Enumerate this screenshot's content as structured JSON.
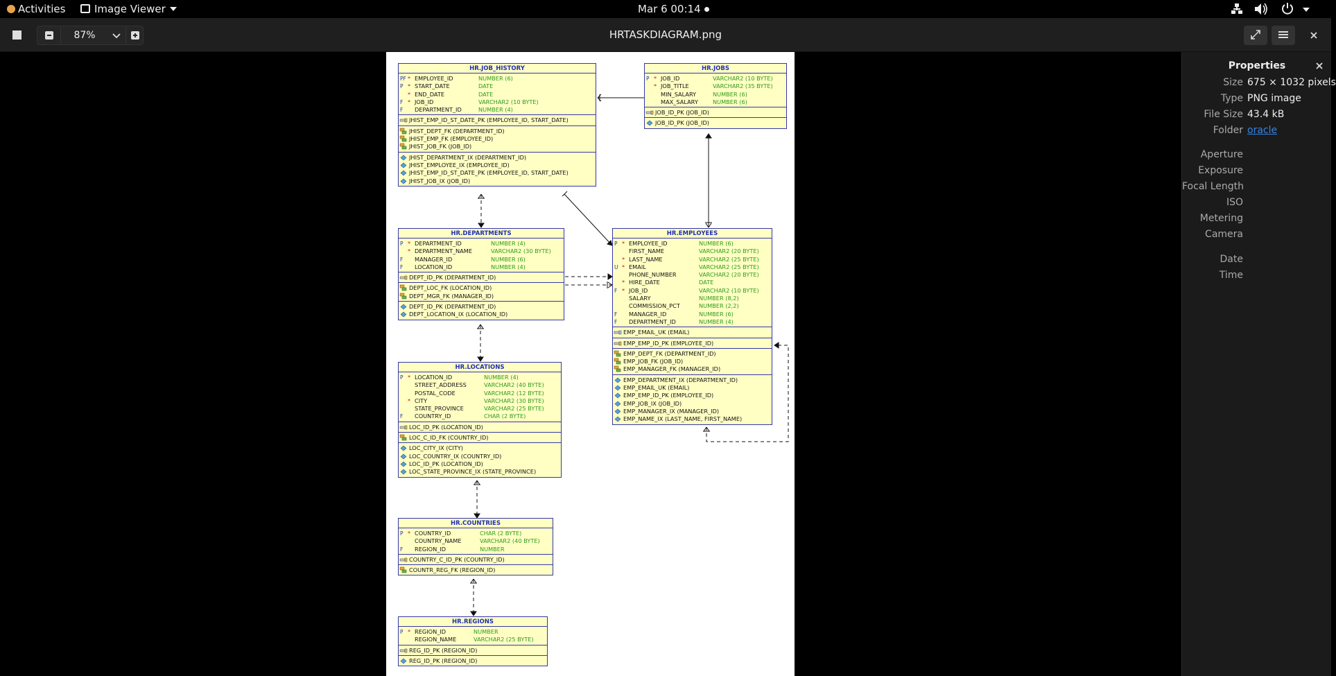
{
  "topbar": {
    "activities": "Activities",
    "app_menu": "Image Viewer",
    "clock": "Mar 6  00:14"
  },
  "headerbar": {
    "zoom": "87%",
    "title": "HRTASKDIAGRAM.png"
  },
  "properties": {
    "title": "Properties",
    "rows": [
      {
        "label": "Size",
        "value": "675 × 1032 pixels"
      },
      {
        "label": "Type",
        "value": "PNG image"
      },
      {
        "label": "File Size",
        "value": "43.4 kB"
      },
      {
        "label": "Folder",
        "value": "oracle"
      },
      {
        "label": "Aperture",
        "value": ""
      },
      {
        "label": "Exposure",
        "value": ""
      },
      {
        "label": "Focal Length",
        "value": ""
      },
      {
        "label": "ISO",
        "value": ""
      },
      {
        "label": "Metering",
        "value": ""
      },
      {
        "label": "Camera",
        "value": ""
      },
      {
        "label": "Date",
        "value": ""
      },
      {
        "label": "Time",
        "value": ""
      }
    ]
  },
  "diagram": {
    "job_history": {
      "title": "HR.JOB_HISTORY",
      "columns": [
        {
          "flag": "PF",
          "mark": "*",
          "name": "EMPLOYEE_ID",
          "type": "NUMBER (6)"
        },
        {
          "flag": "P",
          "mark": "*",
          "name": "START_DATE",
          "type": "DATE"
        },
        {
          "flag": "",
          "mark": "*",
          "name": "END_DATE",
          "type": "DATE"
        },
        {
          "flag": "F",
          "mark": "*",
          "name": "JOB_ID",
          "type": "VARCHAR2 (10 BYTE)"
        },
        {
          "flag": "F",
          "mark": "",
          "name": "DEPARTMENT_ID",
          "type": "NUMBER (4)"
        }
      ],
      "pk": [
        "JHIST_EMP_ID_ST_DATE_PK (EMPLOYEE_ID, START_DATE)"
      ],
      "fk": [
        "JHIST_DEPT_FK (DEPARTMENT_ID)",
        "JHIST_EMP_FK (EMPLOYEE_ID)",
        "JHIST_JOB_FK (JOB_ID)"
      ],
      "ix": [
        "JHIST_DEPARTMENT_IX (DEPARTMENT_ID)",
        "JHIST_EMPLOYEE_IX (EMPLOYEE_ID)",
        "JHIST_EMP_ID_ST_DATE_PK (EMPLOYEE_ID, START_DATE)",
        "JHIST_JOB_IX (JOB_ID)"
      ]
    },
    "jobs": {
      "title": "HR.JOBS",
      "columns": [
        {
          "flag": "P",
          "mark": "*",
          "name": "JOB_ID",
          "type": "VARCHAR2 (10 BYTE)"
        },
        {
          "flag": "",
          "mark": "*",
          "name": "JOB_TITLE",
          "type": "VARCHAR2 (35 BYTE)"
        },
        {
          "flag": "",
          "mark": "",
          "name": "MIN_SALARY",
          "type": "NUMBER (6)"
        },
        {
          "flag": "",
          "mark": "",
          "name": "MAX_SALARY",
          "type": "NUMBER (6)"
        }
      ],
      "pk": [
        "JOB_ID_PK (JOB_ID)"
      ],
      "fk": [],
      "ix": [
        "JOB_ID_PK (JOB_ID)"
      ]
    },
    "departments": {
      "title": "HR.DEPARTMENTS",
      "columns": [
        {
          "flag": "P",
          "mark": "*",
          "name": "DEPARTMENT_ID",
          "type": "NUMBER (4)"
        },
        {
          "flag": "",
          "mark": "*",
          "name": "DEPARTMENT_NAME",
          "type": "VARCHAR2 (30 BYTE)"
        },
        {
          "flag": "F",
          "mark": "",
          "name": "MANAGER_ID",
          "type": "NUMBER (6)"
        },
        {
          "flag": "F",
          "mark": "",
          "name": "LOCATION_ID",
          "type": "NUMBER (4)"
        }
      ],
      "pk": [
        "DEPT_ID_PK (DEPARTMENT_ID)"
      ],
      "fk": [
        "DEPT_LOC_FK (LOCATION_ID)",
        "DEPT_MGR_FK (MANAGER_ID)"
      ],
      "ix": [
        "DEPT_ID_PK (DEPARTMENT_ID)",
        "DEPT_LOCATION_IX (LOCATION_ID)"
      ]
    },
    "employees": {
      "title": "HR.EMPLOYEES",
      "columns": [
        {
          "flag": "P",
          "mark": "*",
          "name": "EMPLOYEE_ID",
          "type": "NUMBER (6)"
        },
        {
          "flag": "",
          "mark": "",
          "name": "FIRST_NAME",
          "type": "VARCHAR2 (20 BYTE)"
        },
        {
          "flag": "",
          "mark": "*",
          "name": "LAST_NAME",
          "type": "VARCHAR2 (25 BYTE)"
        },
        {
          "flag": "U",
          "mark": "*",
          "name": "EMAIL",
          "type": "VARCHAR2 (25 BYTE)"
        },
        {
          "flag": "",
          "mark": "",
          "name": "PHONE_NUMBER",
          "type": "VARCHAR2 (20 BYTE)"
        },
        {
          "flag": "",
          "mark": "*",
          "name": "HIRE_DATE",
          "type": "DATE"
        },
        {
          "flag": "F",
          "mark": "*",
          "name": "JOB_ID",
          "type": "VARCHAR2 (10 BYTE)"
        },
        {
          "flag": "",
          "mark": "",
          "name": "SALARY",
          "type": "NUMBER (8,2)"
        },
        {
          "flag": "",
          "mark": "",
          "name": "COMMISSION_PCT",
          "type": "NUMBER (2,2)"
        },
        {
          "flag": "F",
          "mark": "",
          "name": "MANAGER_ID",
          "type": "NUMBER (6)"
        },
        {
          "flag": "F",
          "mark": "",
          "name": "DEPARTMENT_ID",
          "type": "NUMBER (4)"
        }
      ],
      "uk": [
        "EMP_EMAIL_UK (EMAIL)"
      ],
      "pk": [
        "EMP_EMP_ID_PK (EMPLOYEE_ID)"
      ],
      "fk": [
        "EMP_DEPT_FK (DEPARTMENT_ID)",
        "EMP_JOB_FK (JOB_ID)",
        "EMP_MANAGER_FK (MANAGER_ID)"
      ],
      "ix": [
        "EMP_DEPARTMENT_IX (DEPARTMENT_ID)",
        "EMP_EMAIL_UK (EMAIL)",
        "EMP_EMP_ID_PK (EMPLOYEE_ID)",
        "EMP_JOB_IX (JOB_ID)",
        "EMP_MANAGER_IX (MANAGER_ID)",
        "EMP_NAME_IX (LAST_NAME, FIRST_NAME)"
      ]
    },
    "locations": {
      "title": "HR.LOCATIONS",
      "columns": [
        {
          "flag": "P",
          "mark": "*",
          "name": "LOCATION_ID",
          "type": "NUMBER (4)"
        },
        {
          "flag": "",
          "mark": "",
          "name": "STREET_ADDRESS",
          "type": "VARCHAR2 (40 BYTE)"
        },
        {
          "flag": "",
          "mark": "",
          "name": "POSTAL_CODE",
          "type": "VARCHAR2 (12 BYTE)"
        },
        {
          "flag": "",
          "mark": "*",
          "name": "CITY",
          "type": "VARCHAR2 (30 BYTE)"
        },
        {
          "flag": "",
          "mark": "",
          "name": "STATE_PROVINCE",
          "type": "VARCHAR2 (25 BYTE)"
        },
        {
          "flag": "F",
          "mark": "",
          "name": "COUNTRY_ID",
          "type": "CHAR (2 BYTE)"
        }
      ],
      "pk": [
        "LOC_ID_PK (LOCATION_ID)"
      ],
      "fk": [
        "LOC_C_ID_FK (COUNTRY_ID)"
      ],
      "ix": [
        "LOC_CITY_IX (CITY)",
        "LOC_COUNTRY_IX (COUNTRY_ID)",
        "LOC_ID_PK (LOCATION_ID)",
        "LOC_STATE_PROVINCE_IX (STATE_PROVINCE)"
      ]
    },
    "countries": {
      "title": "HR.COUNTRIES",
      "columns": [
        {
          "flag": "P",
          "mark": "*",
          "name": "COUNTRY_ID",
          "type": "CHAR (2 BYTE)"
        },
        {
          "flag": "",
          "mark": "",
          "name": "COUNTRY_NAME",
          "type": "VARCHAR2 (40 BYTE)"
        },
        {
          "flag": "F",
          "mark": "",
          "name": "REGION_ID",
          "type": "NUMBER"
        }
      ],
      "pk": [
        "COUNTRY_C_ID_PK (COUNTRY_ID)"
      ],
      "fk": [
        "COUNTR_REG_FK (REGION_ID)"
      ],
      "ix": []
    },
    "regions": {
      "title": "HR.REGIONS",
      "columns": [
        {
          "flag": "P",
          "mark": "*",
          "name": "REGION_ID",
          "type": "NUMBER"
        },
        {
          "flag": "",
          "mark": "",
          "name": "REGION_NAME",
          "type": "VARCHAR2 (25 BYTE)"
        }
      ],
      "pk": [
        "REG_ID_PK (REGION_ID)"
      ],
      "fk": [],
      "ix": [
        "REG_ID_PK (REGION_ID)"
      ]
    }
  },
  "colors": {
    "table_fill": "#ffffc4",
    "table_border": "#3338a8",
    "title_text": "#1f2fb5",
    "type_text": "#2e9a1a",
    "mandatory_mark": "#d01010",
    "folder_link": "#3584e4"
  }
}
